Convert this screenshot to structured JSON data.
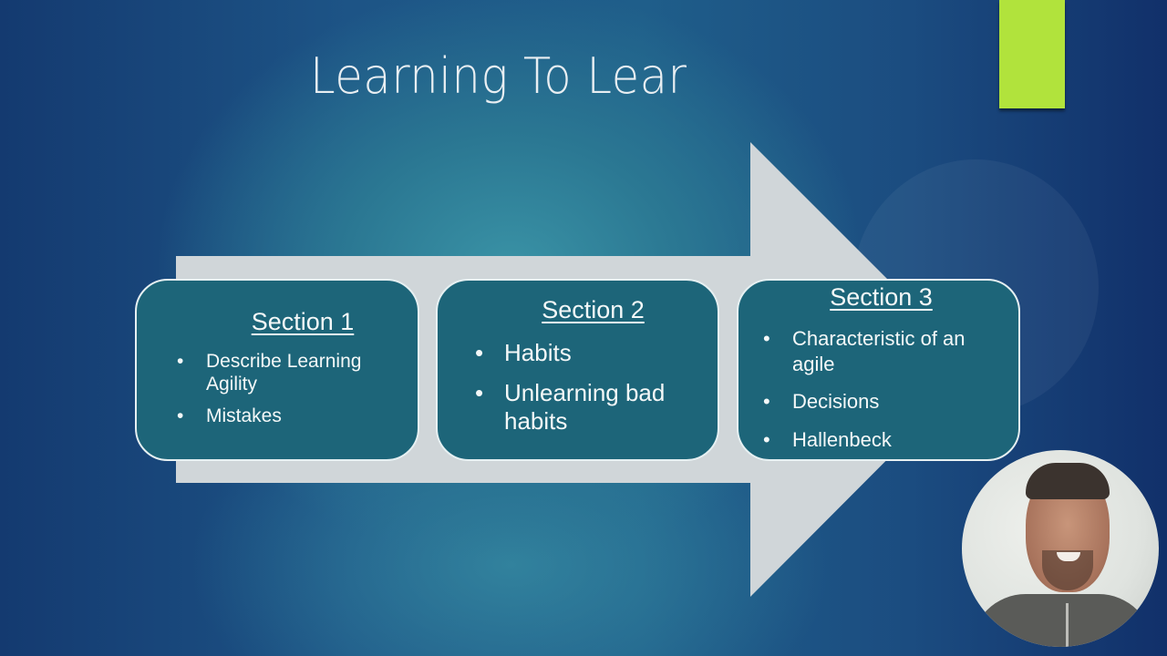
{
  "slide": {
    "title": "Learning To Lear",
    "colors": {
      "accent_bar": "#b1e33c",
      "arrow": "#d0d6d9",
      "box_fill": "#1d6579",
      "box_border": "#e6f0f2",
      "text": "#f4f8f8"
    },
    "sections": [
      {
        "heading": "Section 1",
        "bullets": [
          "Describe Learning Agility",
          "Mistakes"
        ]
      },
      {
        "heading": "Section 2",
        "bullets": [
          "Habits",
          "Unlearning bad habits"
        ]
      },
      {
        "heading": "Section 3",
        "bullets": [
          "Characteristic of an agile",
          "Decisions",
          "Hallenbeck"
        ]
      }
    ]
  },
  "webcam": {
    "label": "presenter-webcam"
  }
}
